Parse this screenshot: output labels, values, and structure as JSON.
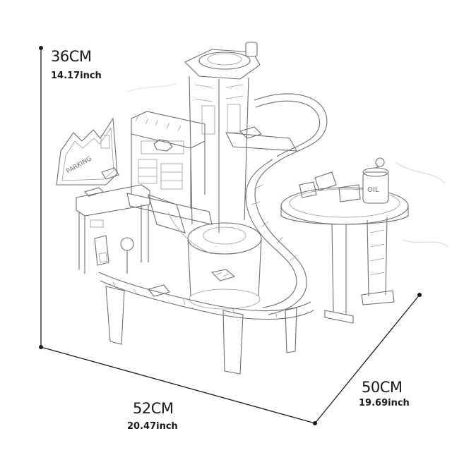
{
  "dimensions": {
    "height": {
      "cm": "36CM",
      "inch": "14.17inch"
    },
    "width": {
      "cm": "52CM",
      "inch": "20.47inch"
    },
    "depth": {
      "cm": "50CM",
      "inch": "19.69inch"
    }
  },
  "signs": {
    "parking": "PARKING",
    "oil": "OIL"
  },
  "colors": {
    "line": "#6e6e6e",
    "dimension": "#1a1a1a",
    "background": "#ffffff"
  }
}
